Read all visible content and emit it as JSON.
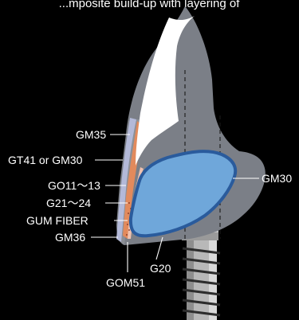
{
  "header_text": "...mposite build-up with layering of",
  "labels": {
    "gm35": "GM35",
    "gt41_gm30": "GT41 or GM30",
    "go11_13": "GO11〜13",
    "g21_24": "G21〜24",
    "gum_fiber": "GUM FIBER",
    "gm36": "GM36",
    "gom51": "GOM51",
    "g20": "G20",
    "gm30_right": "GM30"
  },
  "colors": {
    "background": "#000000",
    "tooth": "#ffffff",
    "gingiva_outer": "#7b7f87",
    "gingiva_left_shadow": "#8c8f96",
    "gm35_layer": "#b3b9d8",
    "orange_layer": "#e28a5c",
    "pink_layer": "#f0c2b0",
    "base_blue": "#6fa7da",
    "base_outline": "#2a5b9c",
    "implant_shaft": "#b8b8b8",
    "label_text": "#ffffff"
  }
}
